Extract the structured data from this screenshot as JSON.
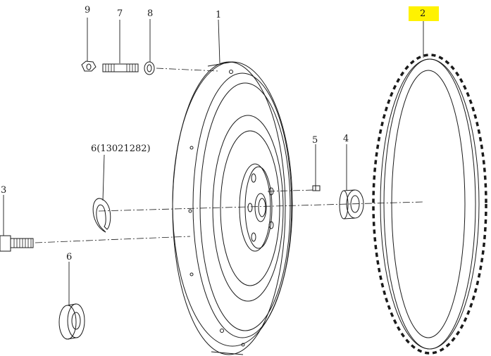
{
  "labels": {
    "p1": "1",
    "p2": "2",
    "p3": "3",
    "p4": "4",
    "p5": "5",
    "p6a": "6(13021282)",
    "p6b": "6",
    "p7": "7",
    "p8": "8",
    "p9": "9"
  },
  "colors": {
    "line": "#1a1a1a",
    "highlight": "#fff200"
  }
}
